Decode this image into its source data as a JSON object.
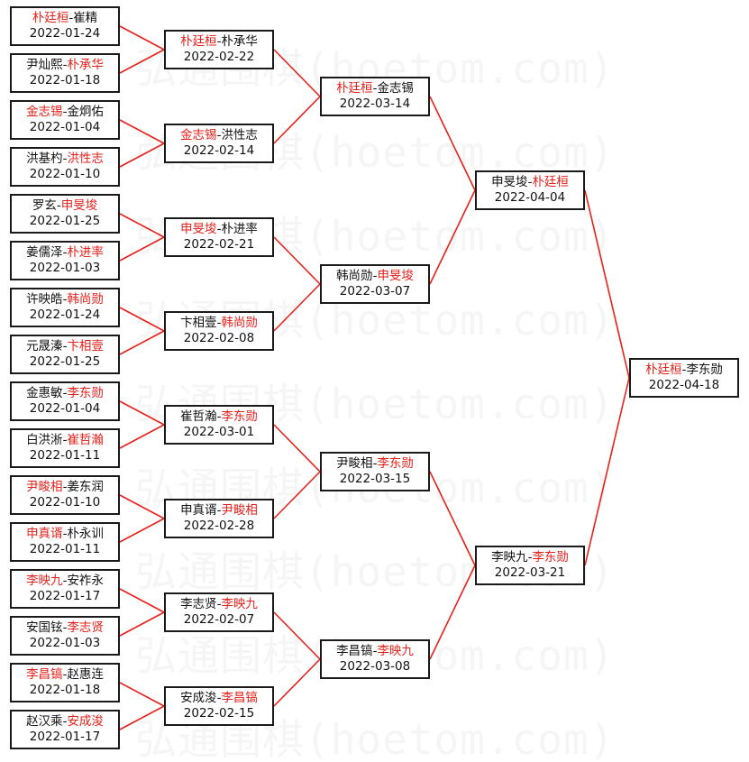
{
  "watermark_text": "弘通围棋(hoetom.com)",
  "colors": {
    "winner": "#e8201a",
    "normal": "#111111",
    "line": "#e8201a",
    "border": "#1a1a1a"
  },
  "rounds": [
    [
      {
        "p1": "朴廷桓",
        "p2": "崔精",
        "sep": "-",
        "winner": 1,
        "date": "2022-01-24"
      },
      {
        "p1": "尹灿熙",
        "p2": "朴承华",
        "sep": "-",
        "winner": 2,
        "date": "2022-01-18"
      },
      {
        "p1": "金志锡",
        "p2": "金炯佑",
        "sep": "-",
        "winner": 1,
        "date": "2022-01-04"
      },
      {
        "p1": "洪基杓",
        "p2": "洪性志",
        "sep": "-",
        "winner": 2,
        "date": "2022-01-10"
      },
      {
        "p1": "罗玄",
        "p2": "申旻埈",
        "sep": "-",
        "winner": 2,
        "date": "2022-01-25"
      },
      {
        "p1": "姜儒泽",
        "p2": "朴进率",
        "sep": "-",
        "winner": 2,
        "date": "2022-01-03"
      },
      {
        "p1": "许映皓",
        "p2": "韩尚勋",
        "sep": "-",
        "winner": 2,
        "date": "2022-01-24"
      },
      {
        "p1": "元晟溱",
        "p2": "卞相壹",
        "sep": "-",
        "winner": 2,
        "date": "2022-01-25"
      },
      {
        "p1": "金惠敏",
        "p2": "李东勋",
        "sep": "-",
        "winner": 2,
        "date": "2022-01-04"
      },
      {
        "p1": "白洪淅",
        "p2": "崔哲瀚",
        "sep": "-",
        "winner": 2,
        "date": "2022-01-11"
      },
      {
        "p1": "尹畯相",
        "p2": "姜东润",
        "sep": "-",
        "winner": 1,
        "date": "2022-01-10"
      },
      {
        "p1": "申真谞",
        "p2": "朴永训",
        "sep": "-",
        "winner": 1,
        "date": "2022-01-11"
      },
      {
        "p1": "李映九",
        "p2": "安祚永",
        "sep": "-",
        "winner": 1,
        "date": "2022-01-17"
      },
      {
        "p1": "安国铉",
        "p2": "李志贤",
        "sep": "-",
        "winner": 2,
        "date": "2022-01-03"
      },
      {
        "p1": "李昌镐",
        "p2": "赵惠连",
        "sep": "-",
        "winner": 1,
        "date": "2022-01-18"
      },
      {
        "p1": "赵汉乘",
        "p2": "安成浚",
        "sep": "-",
        "winner": 2,
        "date": "2022-01-17"
      }
    ],
    [
      {
        "p1": "朴廷桓",
        "p2": "朴承华",
        "sep": "-",
        "winner": 1,
        "date": "2022-02-22"
      },
      {
        "p1": "金志锡",
        "p2": "洪性志",
        "sep": "-",
        "winner": 1,
        "date": "2022-02-14"
      },
      {
        "p1": "申旻埈",
        "p2": "朴进率",
        "sep": "-",
        "winner": 1,
        "date": "2022-02-21"
      },
      {
        "p1": "卞相壹",
        "p2": "韩尚勋",
        "sep": "-",
        "winner": 2,
        "date": "2022-02-08"
      },
      {
        "p1": "崔哲瀚",
        "p2": "李东勋",
        "sep": "-",
        "winner": 2,
        "date": "2022-03-01"
      },
      {
        "p1": "申真谞",
        "p2": "尹畯相",
        "sep": "-",
        "winner": 2,
        "date": "2022-02-28"
      },
      {
        "p1": "李志贤",
        "p2": "李映九",
        "sep": "-",
        "winner": 2,
        "date": "2022-02-07"
      },
      {
        "p1": "安成浚",
        "p2": "李昌镐",
        "sep": "-",
        "winner": 2,
        "date": "2022-02-15"
      }
    ],
    [
      {
        "p1": "朴廷桓",
        "p2": "金志锡",
        "sep": "-",
        "winner": 1,
        "date": "2022-03-14"
      },
      {
        "p1": "韩尚勋",
        "p2": "申旻埈",
        "sep": "-",
        "winner": 2,
        "date": "2022-03-07"
      },
      {
        "p1": "尹畯相",
        "p2": "李东勋",
        "sep": "-",
        "winner": 2,
        "date": "2022-03-15"
      },
      {
        "p1": "李昌镐",
        "p2": "李映九",
        "sep": "-",
        "winner": 2,
        "date": "2022-03-08"
      }
    ],
    [
      {
        "p1": "申旻埈",
        "p2": "朴廷桓",
        "sep": "-",
        "winner": 2,
        "date": "2022-04-04"
      },
      {
        "p1": "李映九",
        "p2": "李东勋",
        "sep": "-",
        "winner": 2,
        "date": "2022-03-21"
      }
    ],
    [
      {
        "p1": "朴廷桓",
        "p2": "李东勋",
        "sep": "-",
        "winner": 1,
        "date": "2022-04-18"
      }
    ]
  ]
}
